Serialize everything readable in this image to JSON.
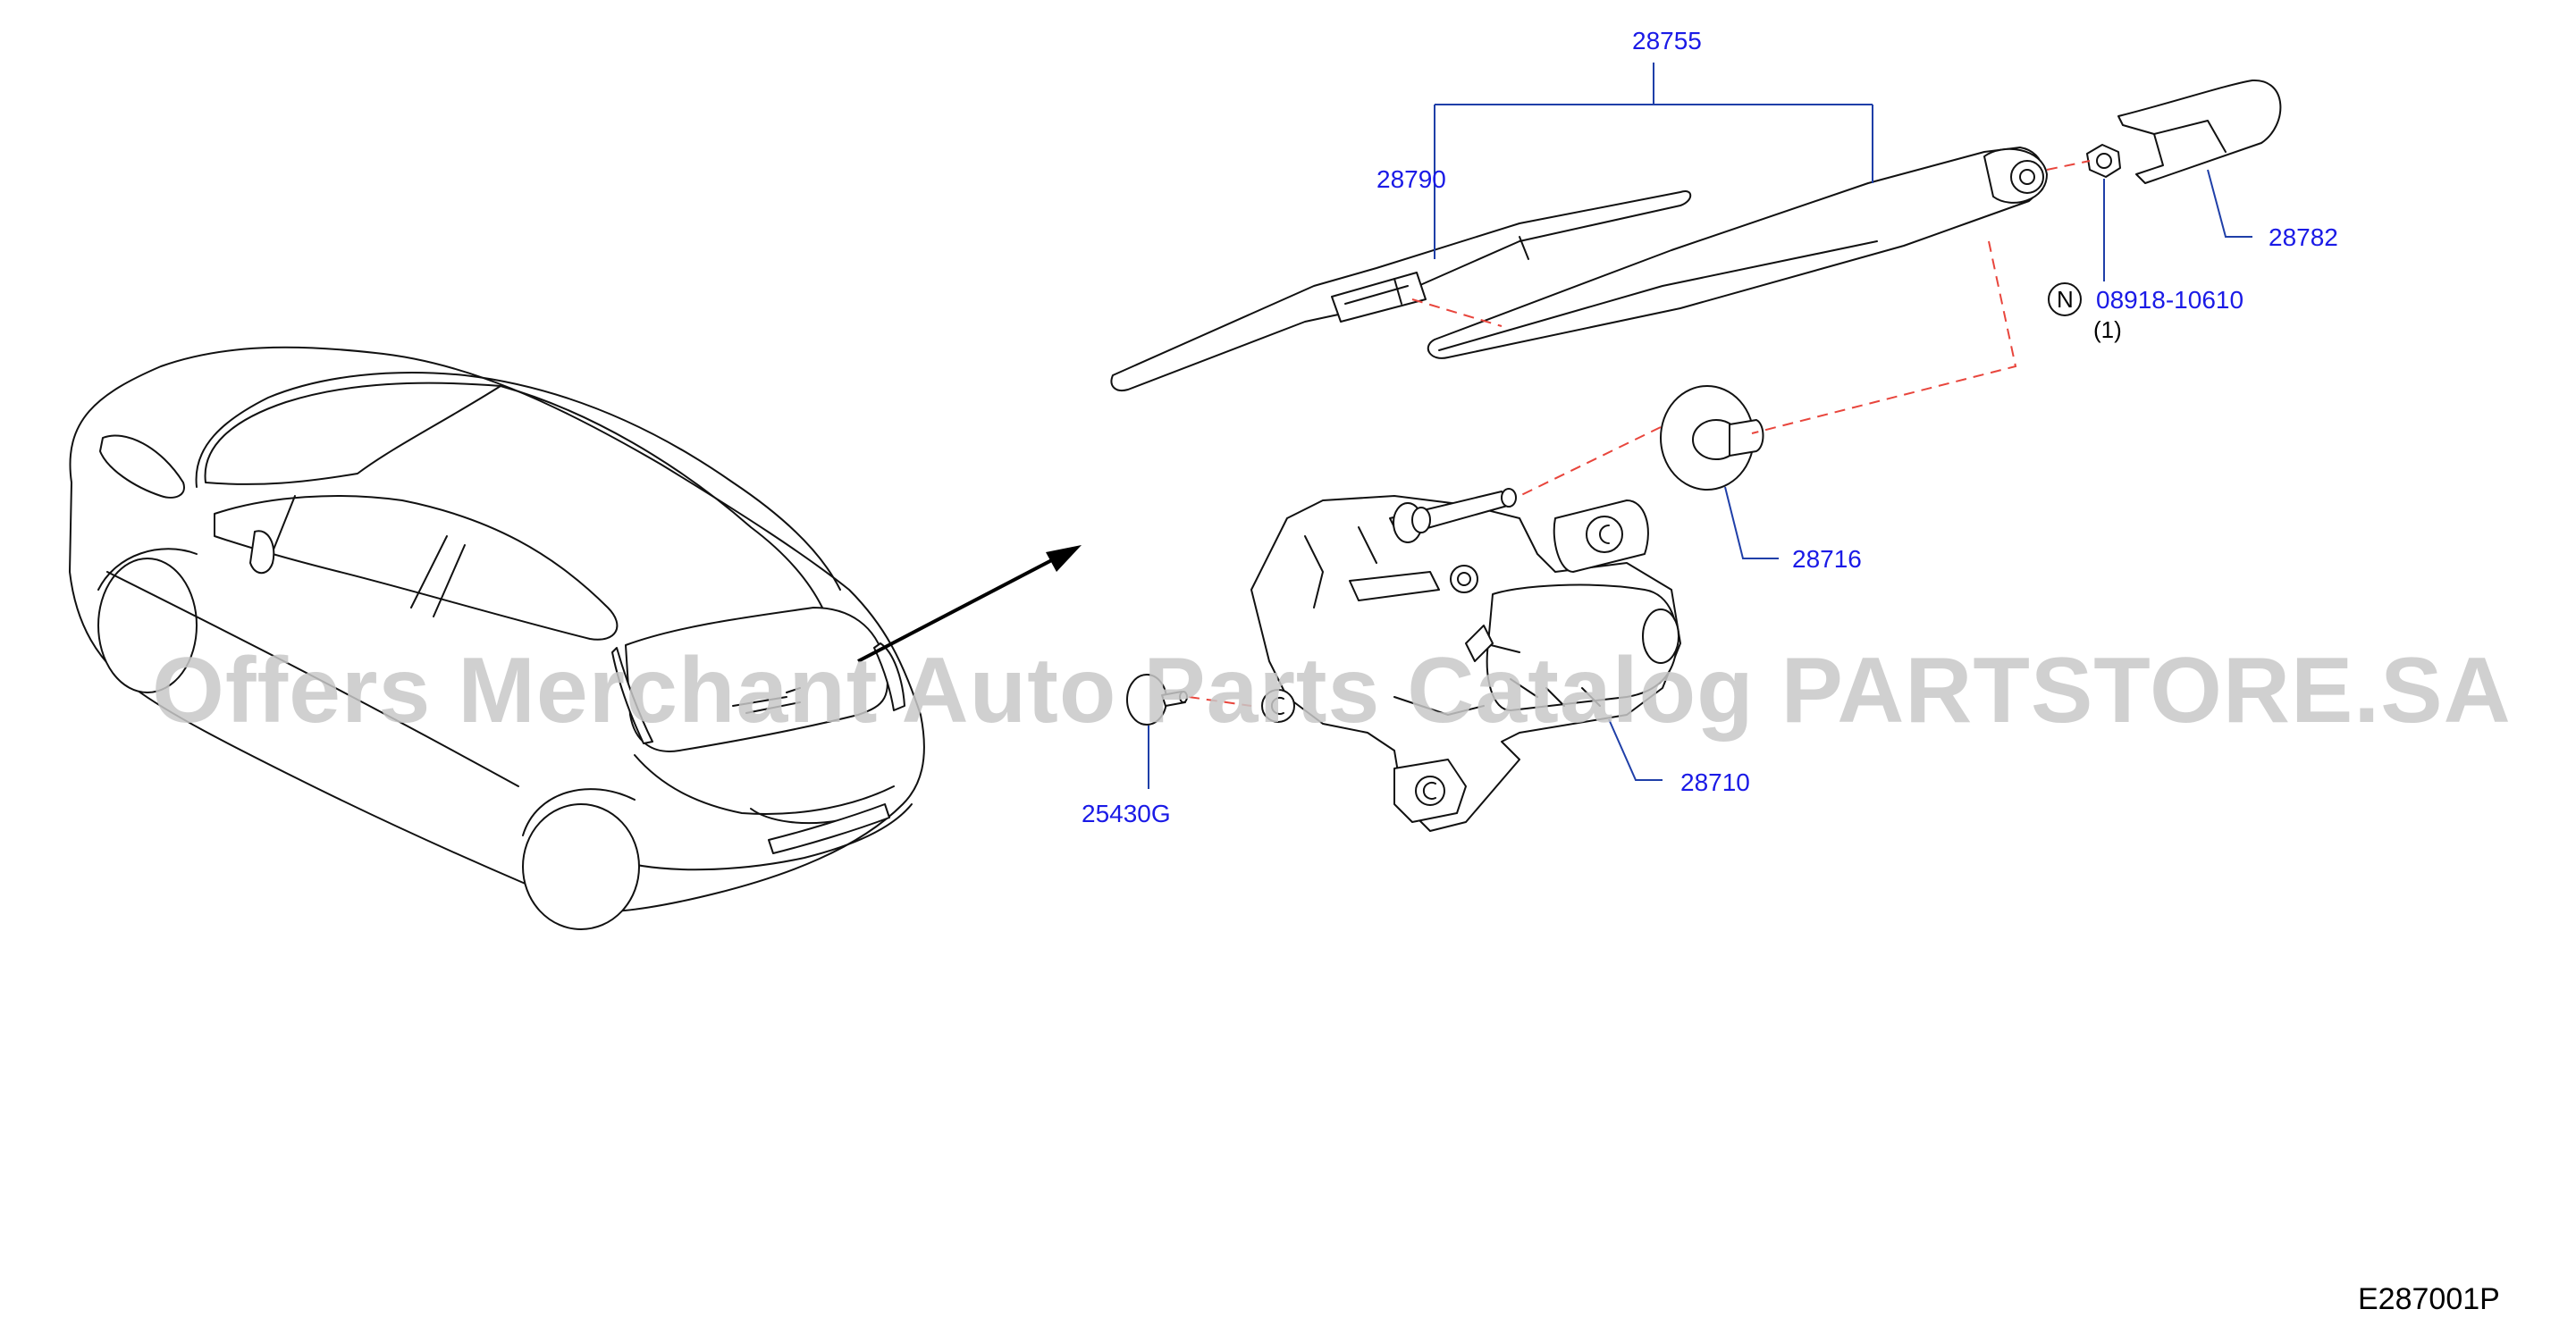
{
  "watermark": "Offers Merchant Auto Parts Catalog PARTSTORE.SA",
  "diagram_code": "E287001P",
  "parts": {
    "p28755": "28755",
    "p28790": "28790",
    "p28782": "28782",
    "p08918": "08918-10610",
    "p08918_qty": "(1)",
    "p08918_marker": "N",
    "p28716": "28716",
    "p28710": "28710",
    "p25430G": "25430G"
  },
  "colors": {
    "label": "#1a1ae6",
    "leader": "#1f3fa8",
    "dashed_link": "#e8453c",
    "outline": "#111111",
    "watermark": "#c8c8c8"
  }
}
